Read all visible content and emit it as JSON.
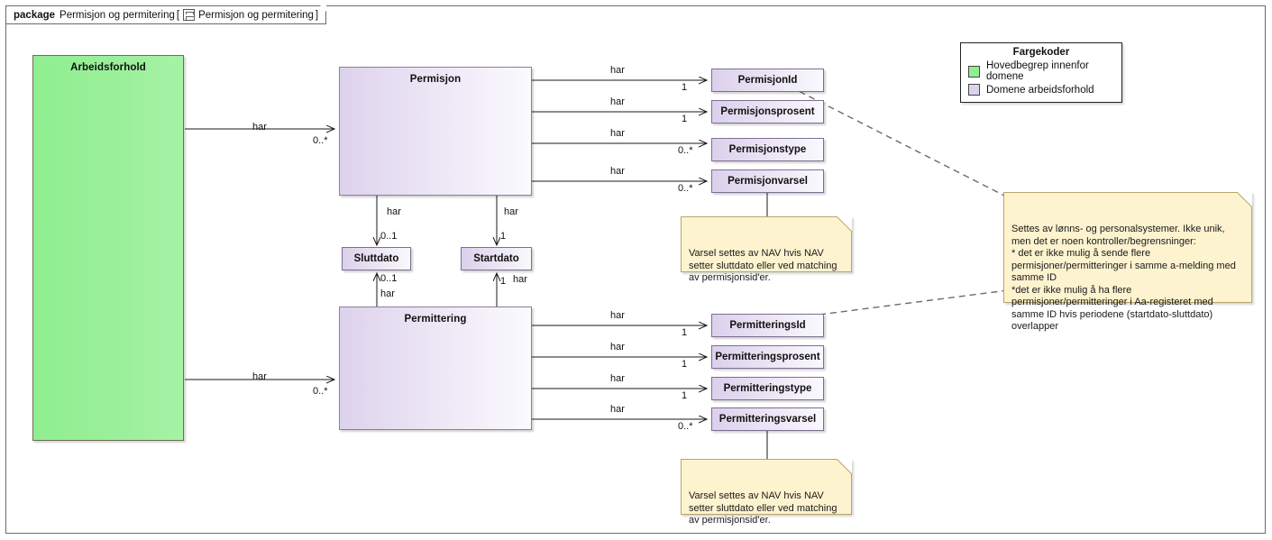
{
  "package": {
    "keyword": "package",
    "name": "Permisjon og permitering",
    "bracket_open": "[",
    "diagram_icon": "package-diagram-icon",
    "diagram_name": "Permisjon og permitering",
    "bracket_close": "]"
  },
  "legend": {
    "title": "Fargekoder",
    "items": [
      {
        "label": "Hovedbegrep innenfor domene",
        "color": "#90ee90"
      },
      {
        "label": "Domene arbeidsforhold",
        "color": "#ddd2ec"
      }
    ]
  },
  "classes": {
    "arbeidsforhold": {
      "title": "Arbeidsforhold"
    },
    "permisjon": {
      "title": "Permisjon"
    },
    "permittering": {
      "title": "Permittering"
    },
    "sluttdato": {
      "title": "Sluttdato"
    },
    "startdato": {
      "title": "Startdato"
    }
  },
  "permisjon_attributes": [
    {
      "title": "PermisjonId",
      "edge_label": "har",
      "multiplicity": "1"
    },
    {
      "title": "Permisjonsprosent",
      "edge_label": "har",
      "multiplicity": "1"
    },
    {
      "title": "Permisjonstype",
      "edge_label": "har",
      "multiplicity": "0..*"
    },
    {
      "title": "Permisjonvarsel",
      "edge_label": "har",
      "multiplicity": "0..*"
    }
  ],
  "permittering_attributes": [
    {
      "title": "PermitteringsId",
      "edge_label": "har",
      "multiplicity": "1"
    },
    {
      "title": "Permitteringsprosent",
      "edge_label": "har",
      "multiplicity": "1"
    },
    {
      "title": "Permitteringstype",
      "edge_label": "har",
      "multiplicity": "1"
    },
    {
      "title": "Permitteringsvarsel",
      "edge_label": "har",
      "multiplicity": "0..*"
    }
  ],
  "associations": {
    "arb_to_permisjon": {
      "label": "har",
      "multiplicity": "0..*"
    },
    "arb_to_permittering": {
      "label": "har",
      "multiplicity": "0..*"
    },
    "permisjon_to_sluttdato": {
      "label": "har",
      "multiplicity": "0..1"
    },
    "permisjon_to_startdato": {
      "label": "har",
      "multiplicity": "1"
    },
    "permittering_to_sluttdato": {
      "label": "har",
      "multiplicity": "0..1"
    },
    "permittering_to_startdato": {
      "label": "har",
      "multiplicity": "1"
    }
  },
  "notes": {
    "permisjonvarsel_note": "Varsel settes av NAV hvis NAV setter sluttdato eller ved matching av permisjonsid'er.",
    "permitteringsvarsel_note": "Varsel settes av NAV hvis NAV setter sluttdato eller ved matching av permisjonsid'er.",
    "id_note": "Settes av lønns- og personalsystemer. Ikke unik, men det er noen kontroller/begrensninger:\n* det er ikke mulig å sende flere permisjoner/permitteringer i samme a-melding med samme ID\n*det er ikke mulig å ha flere permisjoner/permitteringer i Aa-registeret med samme ID hvis periodene (startdato-sluttdato) overlapper"
  }
}
